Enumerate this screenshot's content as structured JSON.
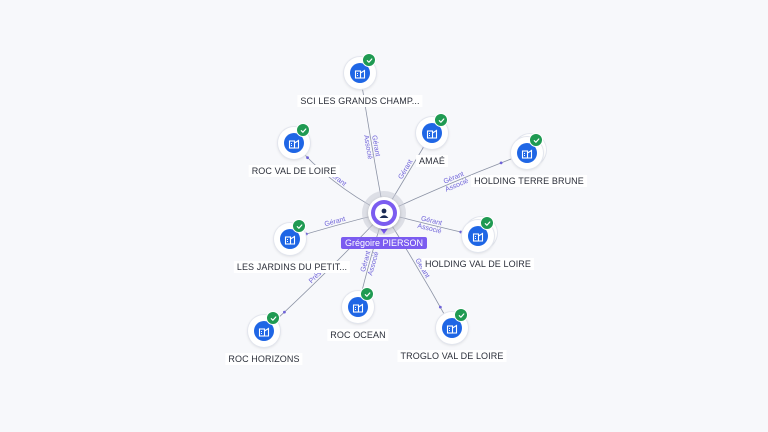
{
  "center": {
    "name": "Grégoire PIERSON",
    "icon": "person-icon",
    "color": "#7b5cf0"
  },
  "nodes": [
    {
      "id": "sci",
      "label": "SCI LES GRANDS CHAMP...",
      "icon": "company-icon",
      "verified": true
    },
    {
      "id": "rocvdl",
      "label": "ROC VAL DE LOIRE",
      "icon": "company-icon",
      "verified": true
    },
    {
      "id": "amae",
      "label": "AMAÉ",
      "icon": "company-icon",
      "verified": true
    },
    {
      "id": "htb",
      "label": "HOLDING TERRE BRUNE",
      "icon": "company-icon",
      "verified": true
    },
    {
      "id": "jardins",
      "label": "LES JARDINS DU PETIT...",
      "icon": "company-icon",
      "verified": true
    },
    {
      "id": "hvdl",
      "label": "HOLDING VAL DE LOIRE",
      "icon": "company-icon",
      "verified": true
    },
    {
      "id": "ocean",
      "label": "ROC OCEAN",
      "icon": "company-icon",
      "verified": true
    },
    {
      "id": "troglo",
      "label": "TROGLO VAL DE LOIRE",
      "icon": "company-icon",
      "verified": true
    },
    {
      "id": "horizons",
      "label": "ROC HORIZONS",
      "icon": "company-icon",
      "verified": true
    }
  ],
  "edges": [
    {
      "to": "sci",
      "labels": [
        "Gérant",
        "Associé"
      ]
    },
    {
      "to": "rocvdl",
      "labels": [
        "Gérant"
      ]
    },
    {
      "to": "amae",
      "labels": [
        "Gérant"
      ]
    },
    {
      "to": "htb",
      "labels": [
        "Gérant",
        "Associé"
      ]
    },
    {
      "to": "jardins",
      "labels": [
        "Gérant"
      ]
    },
    {
      "to": "hvdl",
      "labels": [
        "Gérant",
        "Associé"
      ]
    },
    {
      "to": "ocean",
      "labels": [
        "Gérant",
        "Associé"
      ]
    },
    {
      "to": "troglo",
      "labels": [
        "Gérant"
      ]
    },
    {
      "to": "horizons",
      "labels": [
        "Présid..."
      ]
    }
  ],
  "colors": {
    "company": "#1f66e5",
    "verified": "#1f9a52",
    "edge_label": "#6f63d9"
  }
}
